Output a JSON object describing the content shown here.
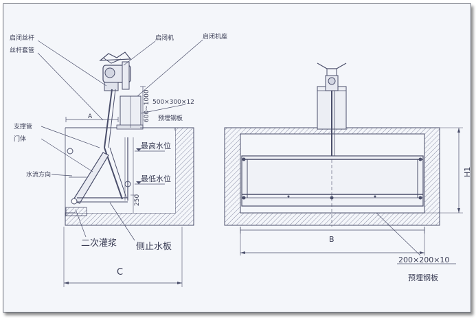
{
  "labels": {
    "qibi_sigan": "启闭丝杆",
    "sigan_taoguan": "丝杆套管",
    "qibiji": "启闭机",
    "qibiji_zuo": "启闭机座",
    "plate_size": "500×300×12",
    "yumai_gangban_small": "预埋钢板",
    "range_dim": "600~1000",
    "zhicheng_guan": "支撑管",
    "menti": "门体",
    "shuiliu_fangxiang": "水流方向",
    "zuigao_shuiwei": "最高水位",
    "zuidi_shuiwei": "最低水位",
    "dim_a": "A",
    "dim_250": "250",
    "erci_guanjiang": "二次灌浆",
    "cezhi_shuiban": "侧止水板",
    "dim_c": "C",
    "dim_b": "B",
    "dim_h1": "H1",
    "plate_size_2": "200×200×10",
    "yumai_gangban_large": "预埋钢板"
  },
  "colors": {
    "line": "#4a4e6a",
    "hatch": "#8a8ea6",
    "background": "#f4f6fa"
  }
}
